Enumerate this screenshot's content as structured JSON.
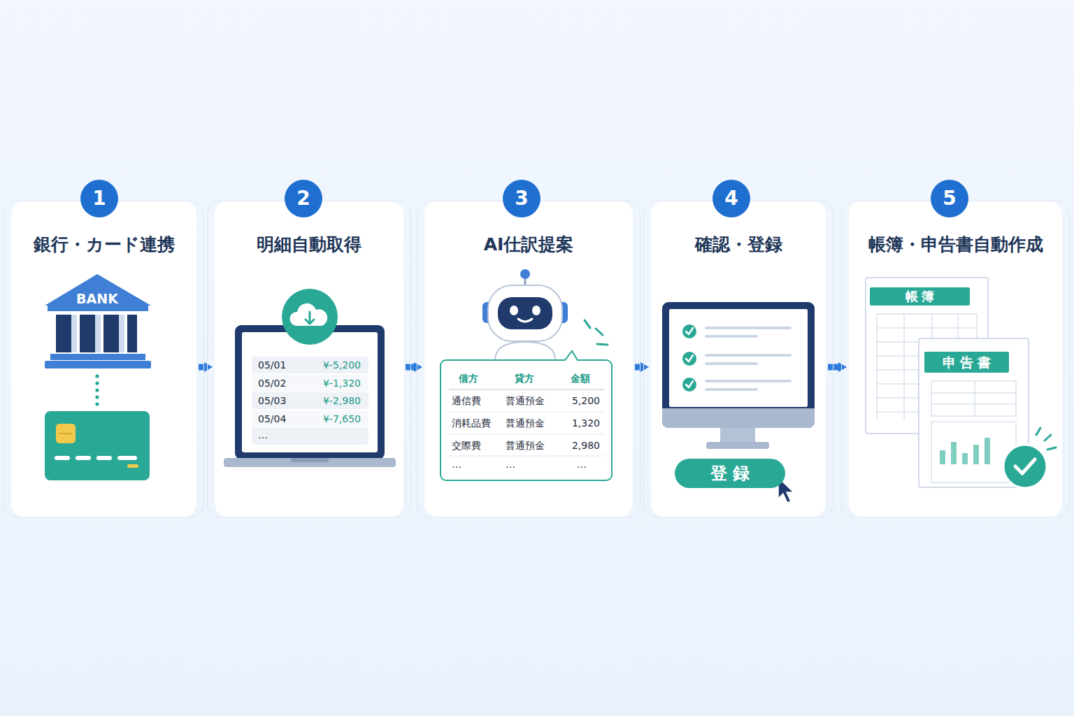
{
  "diagram": {
    "nodes": [
      {
        "text": [
          "銀行・カード連携"
        ]
      },
      {
        "text": [
          "1"
        ],
        "in": 0
      },
      {
        "text": [
          "明細自動取得"
        ]
      },
      {
        "text": [
          "2"
        ],
        "in": 2
      },
      {
        "text": [
          "AI仕訳提案"
        ]
      },
      {
        "text": [
          "3"
        ],
        "in": 4
      },
      {
        "text": [
          "確認・登録"
        ]
      },
      {
        "text": [
          "4"
        ],
        "in": 6
      },
      {
        "text": [
          "登録"
        ],
        "in": 6
      },
      {
        "text": [
          "帳簿・申告書自動作成"
        ]
      },
      {
        "text": [
          "5"
        ],
        "in": 9
      },
      {
        "text": [
          "帳簿"
        ],
        "in": 9
      },
      {
        "text": [
          "申告書"
        ],
        "in": 9
      }
    ],
    "edges": [
      {
        "from": 0,
        "to": 2,
        "arrow": "to"
      },
      {
        "from": 2,
        "to": 4,
        "arrow": "to"
      },
      {
        "from": 4,
        "to": 6,
        "arrow": "to"
      },
      {
        "from": 6,
        "to": 9,
        "arrow": "to"
      }
    ],
    "labels": [
      "BANK",
      "05/01",
      "¥-5,200",
      "05/02",
      "¥-1,320",
      "05/03",
      "¥-2,980",
      "05/04",
      "¥-7,650",
      "…",
      "借方",
      "貸方",
      "金額",
      "通信費",
      "普通預金",
      "5,200",
      "消耗品費",
      "普通預金",
      "1,320",
      "交際費",
      "普通預金",
      "2,980",
      "…",
      "…",
      "…"
    ]
  }
}
